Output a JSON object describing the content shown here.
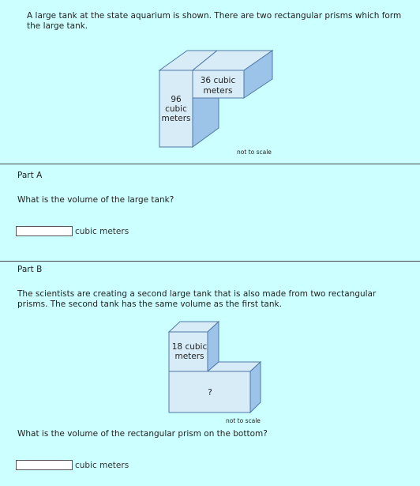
{
  "intro": {
    "line1": "A large tank at the state aquarium is shown. There are two rectangular prisms which form",
    "line2": "the large tank."
  },
  "figure1": {
    "tall_label": [
      "96",
      "cubic",
      "meters"
    ],
    "top_label": [
      "36 cubic",
      "meters"
    ],
    "note": "not to scale"
  },
  "part_a": {
    "heading": "Part A",
    "question": "What is the volume of the large tank?",
    "answer_value": "",
    "unit_label": "cubic meters"
  },
  "part_b": {
    "heading": "Part B",
    "line1": "The scientists are creating a second large tank that is also made from two rectangular",
    "line2": "prisms. The second tank has the same volume as the first tank.",
    "question": "What is the volume of the rectangular prism on the bottom?",
    "answer_value": "",
    "unit_label": "cubic meters"
  },
  "figure2": {
    "top_label": [
      "18 cubic",
      "meters"
    ],
    "bottom_label": "?",
    "note": "not to scale"
  },
  "colors": {
    "background": "#ccffff",
    "prism_front": "#d8ecf8",
    "prism_side": "#9cc3e8",
    "prism_stroke": "#4f79a8"
  }
}
